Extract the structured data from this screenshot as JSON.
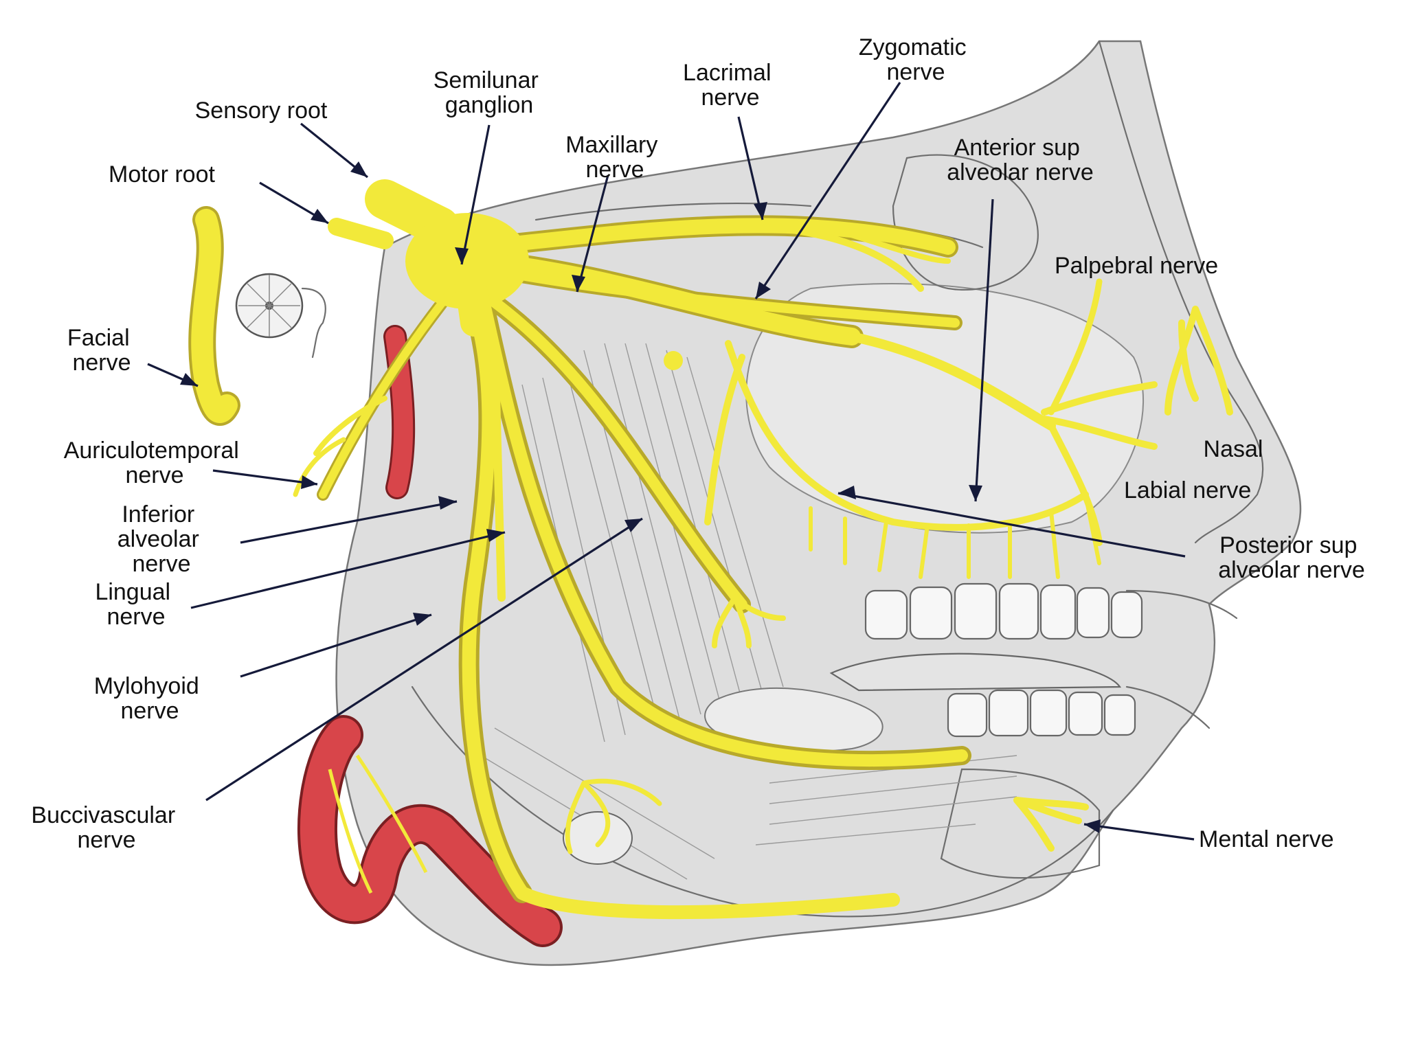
{
  "colors": {
    "nerve": "#f2e93a",
    "nerve_outline": "#b8a92a",
    "artery": "#d8454a",
    "tissue": "#d9d9d9",
    "leader": "#151a3a"
  },
  "labels": {
    "sensory_root": "Sensory root",
    "semilunar_ganglion": [
      "Semilunar",
      "ganglion"
    ],
    "maxillary_nerve": [
      "Maxillary",
      "nerve"
    ],
    "lacrimal_nerve": [
      "Lacrimal",
      "nerve"
    ],
    "zygomatic_nerve": [
      "Zygomatic",
      "nerve"
    ],
    "anterior_sup_alveolar_nerve": [
      "Anterior sup",
      "alveolar nerve"
    ],
    "motor_root": "Motor root",
    "palpebral_nerve": "Palpebral nerve",
    "facial_nerve": [
      "Facial",
      "nerve"
    ],
    "nasal": "Nasal",
    "labial_nerve": "Labial nerve",
    "auriculotemporal_nerve": [
      "Auriculotemporal",
      "nerve"
    ],
    "inferior_alveolar_nerve": [
      "Inferior",
      "alveolar",
      "nerve"
    ],
    "posterior_sup_alveolar_nerve": [
      "Posterior sup",
      "alveolar nerve"
    ],
    "lingual_nerve": [
      "Lingual",
      "nerve"
    ],
    "mylohyoid_nerve": [
      "Mylohyoid",
      "nerve"
    ],
    "buccivascular_nerve": [
      "Buccivascular",
      "nerve"
    ],
    "mental_nerve": "Mental nerve"
  }
}
